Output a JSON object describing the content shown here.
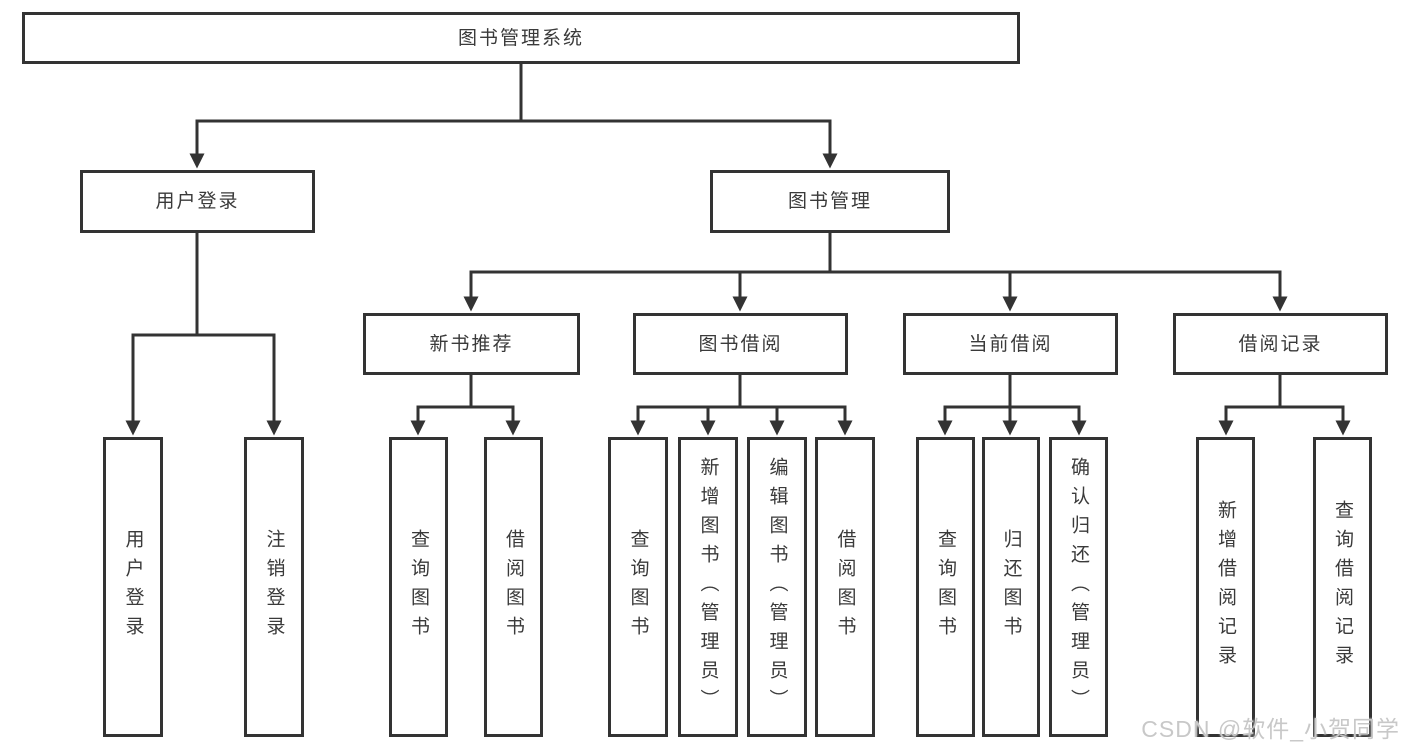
{
  "diagram": {
    "root": {
      "label": "图书管理系统"
    },
    "level2": [
      {
        "label": "用户登录"
      },
      {
        "label": "图书管理"
      }
    ],
    "level3": [
      {
        "label": "新书推荐"
      },
      {
        "label": "图书借阅"
      },
      {
        "label": "当前借阅"
      },
      {
        "label": "借阅记录"
      }
    ],
    "leaves": {
      "user_login": [
        "用户登录",
        "注销登录"
      ],
      "new_books": [
        "查询图书",
        "借阅图书"
      ],
      "book_borrow": [
        "查询图书",
        "新增图书（管理员）",
        "编辑图书（管理员）",
        "借阅图书"
      ],
      "current_borrow": [
        "查询图书",
        "归还图书",
        "确认归还（管理员）"
      ],
      "borrow_records": [
        "新增借阅记录",
        "查询借阅记录"
      ]
    }
  },
  "watermark": {
    "text": "CSDN @软件_小贺同学"
  },
  "colors": {
    "line": "#333333",
    "text": "#3a3a3a",
    "box_bg": "#ffffff",
    "watermark": "#c8c8c8"
  }
}
